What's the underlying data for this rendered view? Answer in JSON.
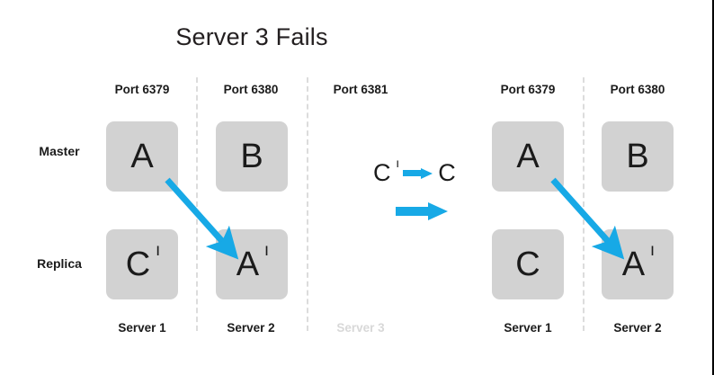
{
  "title": "Server 3 Fails",
  "row_labels": {
    "master": "Master",
    "replica": "Replica"
  },
  "colors": {
    "arrow_blue": "#17a9e6",
    "node_grey": "#d2d2d2",
    "divider_grey": "#dcdcdc",
    "text_black": "#1b1b1b",
    "faded_grey": "#d8d8d8"
  },
  "left_panel": {
    "columns": [
      {
        "port_label": "Port 6379",
        "server_label": "Server 1",
        "server_failed": false,
        "master": {
          "letter": "A",
          "prime": ""
        },
        "replica": {
          "letter": "C",
          "prime": " ı"
        }
      },
      {
        "port_label": "Port 6380",
        "server_label": "Server 2",
        "server_failed": false,
        "master": {
          "letter": "B",
          "prime": ""
        },
        "replica": {
          "letter": "A",
          "prime": " ı"
        }
      },
      {
        "port_label": "Port 6381",
        "server_label": "Server 3",
        "server_failed": true,
        "master": null,
        "replica": null
      }
    ]
  },
  "right_panel": {
    "columns": [
      {
        "port_label": "Port 6379",
        "server_label": "Server 1",
        "server_failed": false,
        "master": {
          "letter": "A",
          "prime": ""
        },
        "replica": {
          "letter": "C",
          "prime": ""
        }
      },
      {
        "port_label": "Port 6380",
        "server_label": "Server 2",
        "server_failed": false,
        "master": {
          "letter": "B",
          "prime": ""
        },
        "replica": {
          "letter": "A",
          "prime": " ı"
        }
      }
    ]
  },
  "legend": {
    "promote_from": "C",
    "promote_from_prime": " ı",
    "promote_to": "C",
    "promote_arrow": "right-arrow-icon",
    "transition_arrow": "transition-arrow-icon"
  },
  "replication_arrows": [
    {
      "name": "left-replication-arrow",
      "from": "A (Server 1 master)",
      "to": "A' (Server 2 replica)"
    },
    {
      "name": "right-replication-arrow",
      "from": "A (Server 1 master)",
      "to": "A' (Server 2 replica)"
    }
  ]
}
